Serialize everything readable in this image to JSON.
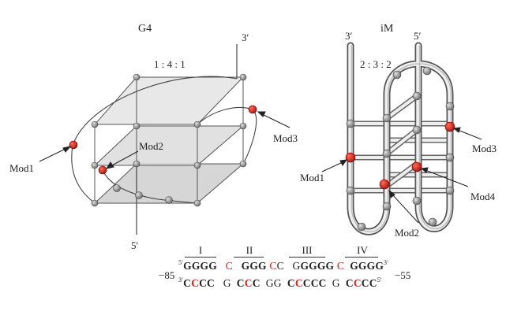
{
  "g4": {
    "title": "G4",
    "ratio": "1 : 4 : 1",
    "prime3": "3′",
    "prime5": "5′",
    "mods": {
      "mod1": "Mod1",
      "mod2": "Mod2",
      "mod3": "Mod3"
    }
  },
  "im": {
    "title": "iM",
    "ratio": "2 : 3 : 2",
    "prime3": "3′",
    "prime5": "5′",
    "mods": {
      "mod1": "Mod1",
      "mod2": "Mod2",
      "mod3": "Mod3",
      "mod4": "Mod4"
    }
  },
  "sequence": {
    "segments": [
      "I",
      "II",
      "III",
      "IV"
    ],
    "left_number": "−85",
    "right_number": "−55",
    "top_5prime": "5′",
    "top_3prime": "3′",
    "bottom_3prime": "3′",
    "bottom_5prime": "5′"
  },
  "colors": {
    "modification": "#e0201b",
    "node": "#9a9a9a",
    "plane": "#d4d4d4"
  }
}
